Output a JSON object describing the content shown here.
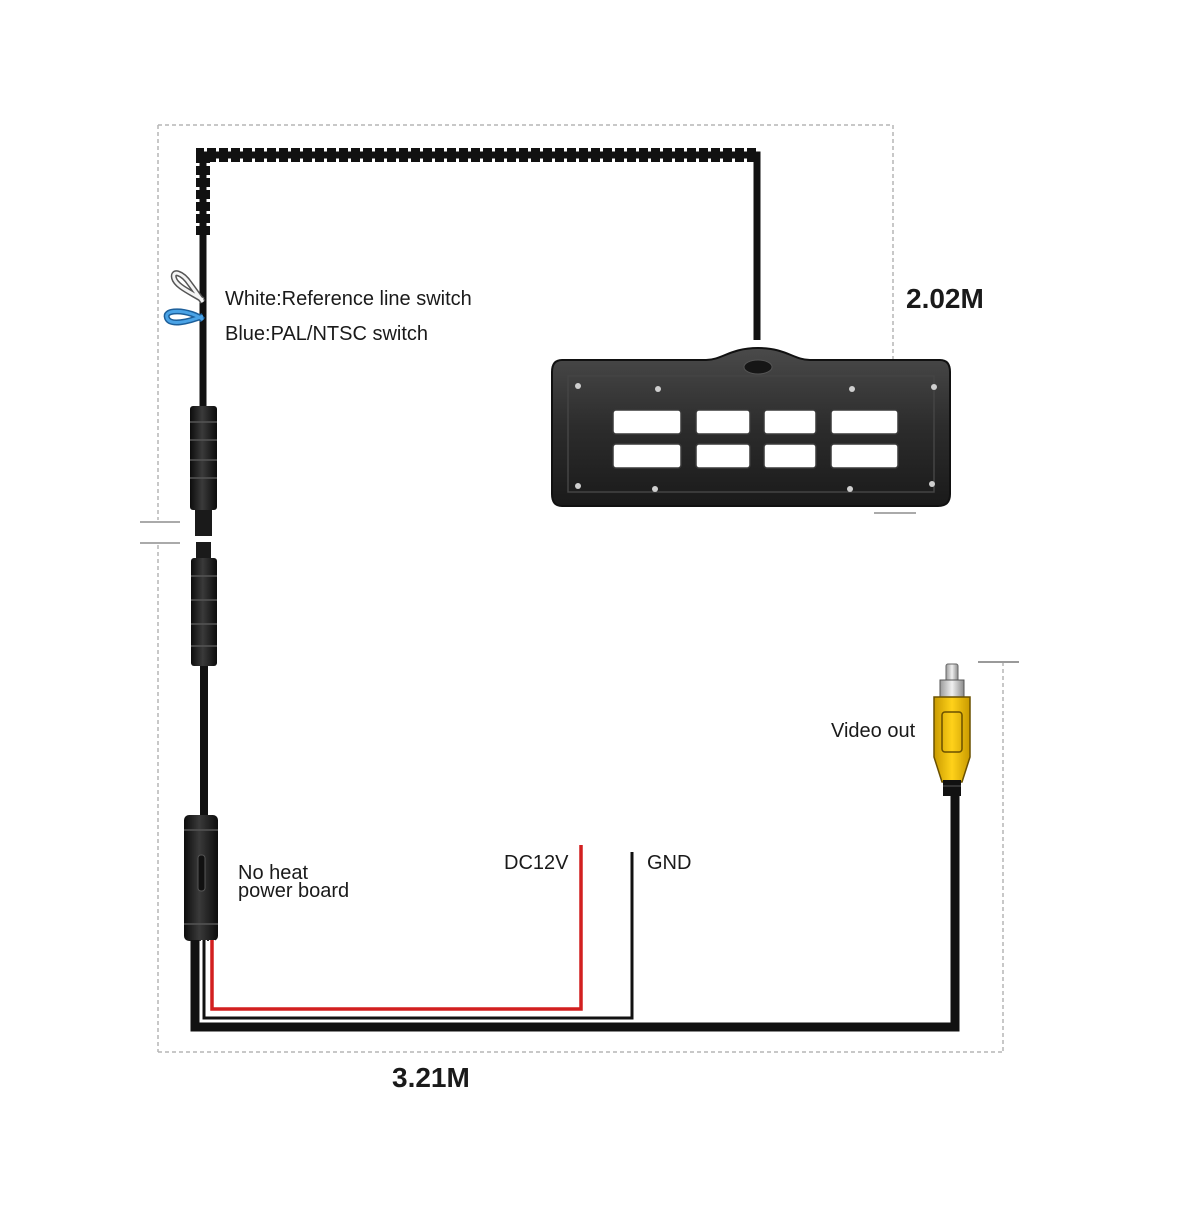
{
  "labels": {
    "white_wire": "White:Reference line switch",
    "blue_wire": "Blue:PAL/NTSC switch",
    "length_camera": "2.02M",
    "length_main": "3.21M",
    "video_out": "Video out",
    "power_board_line1": "No heat",
    "power_board_line2": "power board",
    "dc12v": "DC12V",
    "gnd": "GND"
  },
  "colors": {
    "cable": "#111111",
    "power_wire": "#d21f1f",
    "signal_wire_blue": "#3a8fd6",
    "rca_body": "#f5c400",
    "camera_body": "#2a2a2a",
    "dimension_line": "#b5b5b5"
  }
}
